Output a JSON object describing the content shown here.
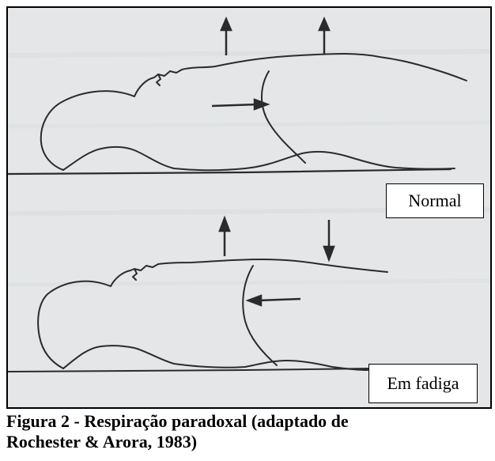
{
  "labels": {
    "normal": "Normal",
    "fatigue": "Em fadiga"
  },
  "caption": {
    "line1": "Figura 2 - Respiração paradoxal (adaptado de",
    "line2": "Rochester & Arora, 1983)"
  },
  "colors": {
    "background": "#e4e6e7",
    "ink": "#2b2b2b",
    "frame": "#000000"
  }
}
